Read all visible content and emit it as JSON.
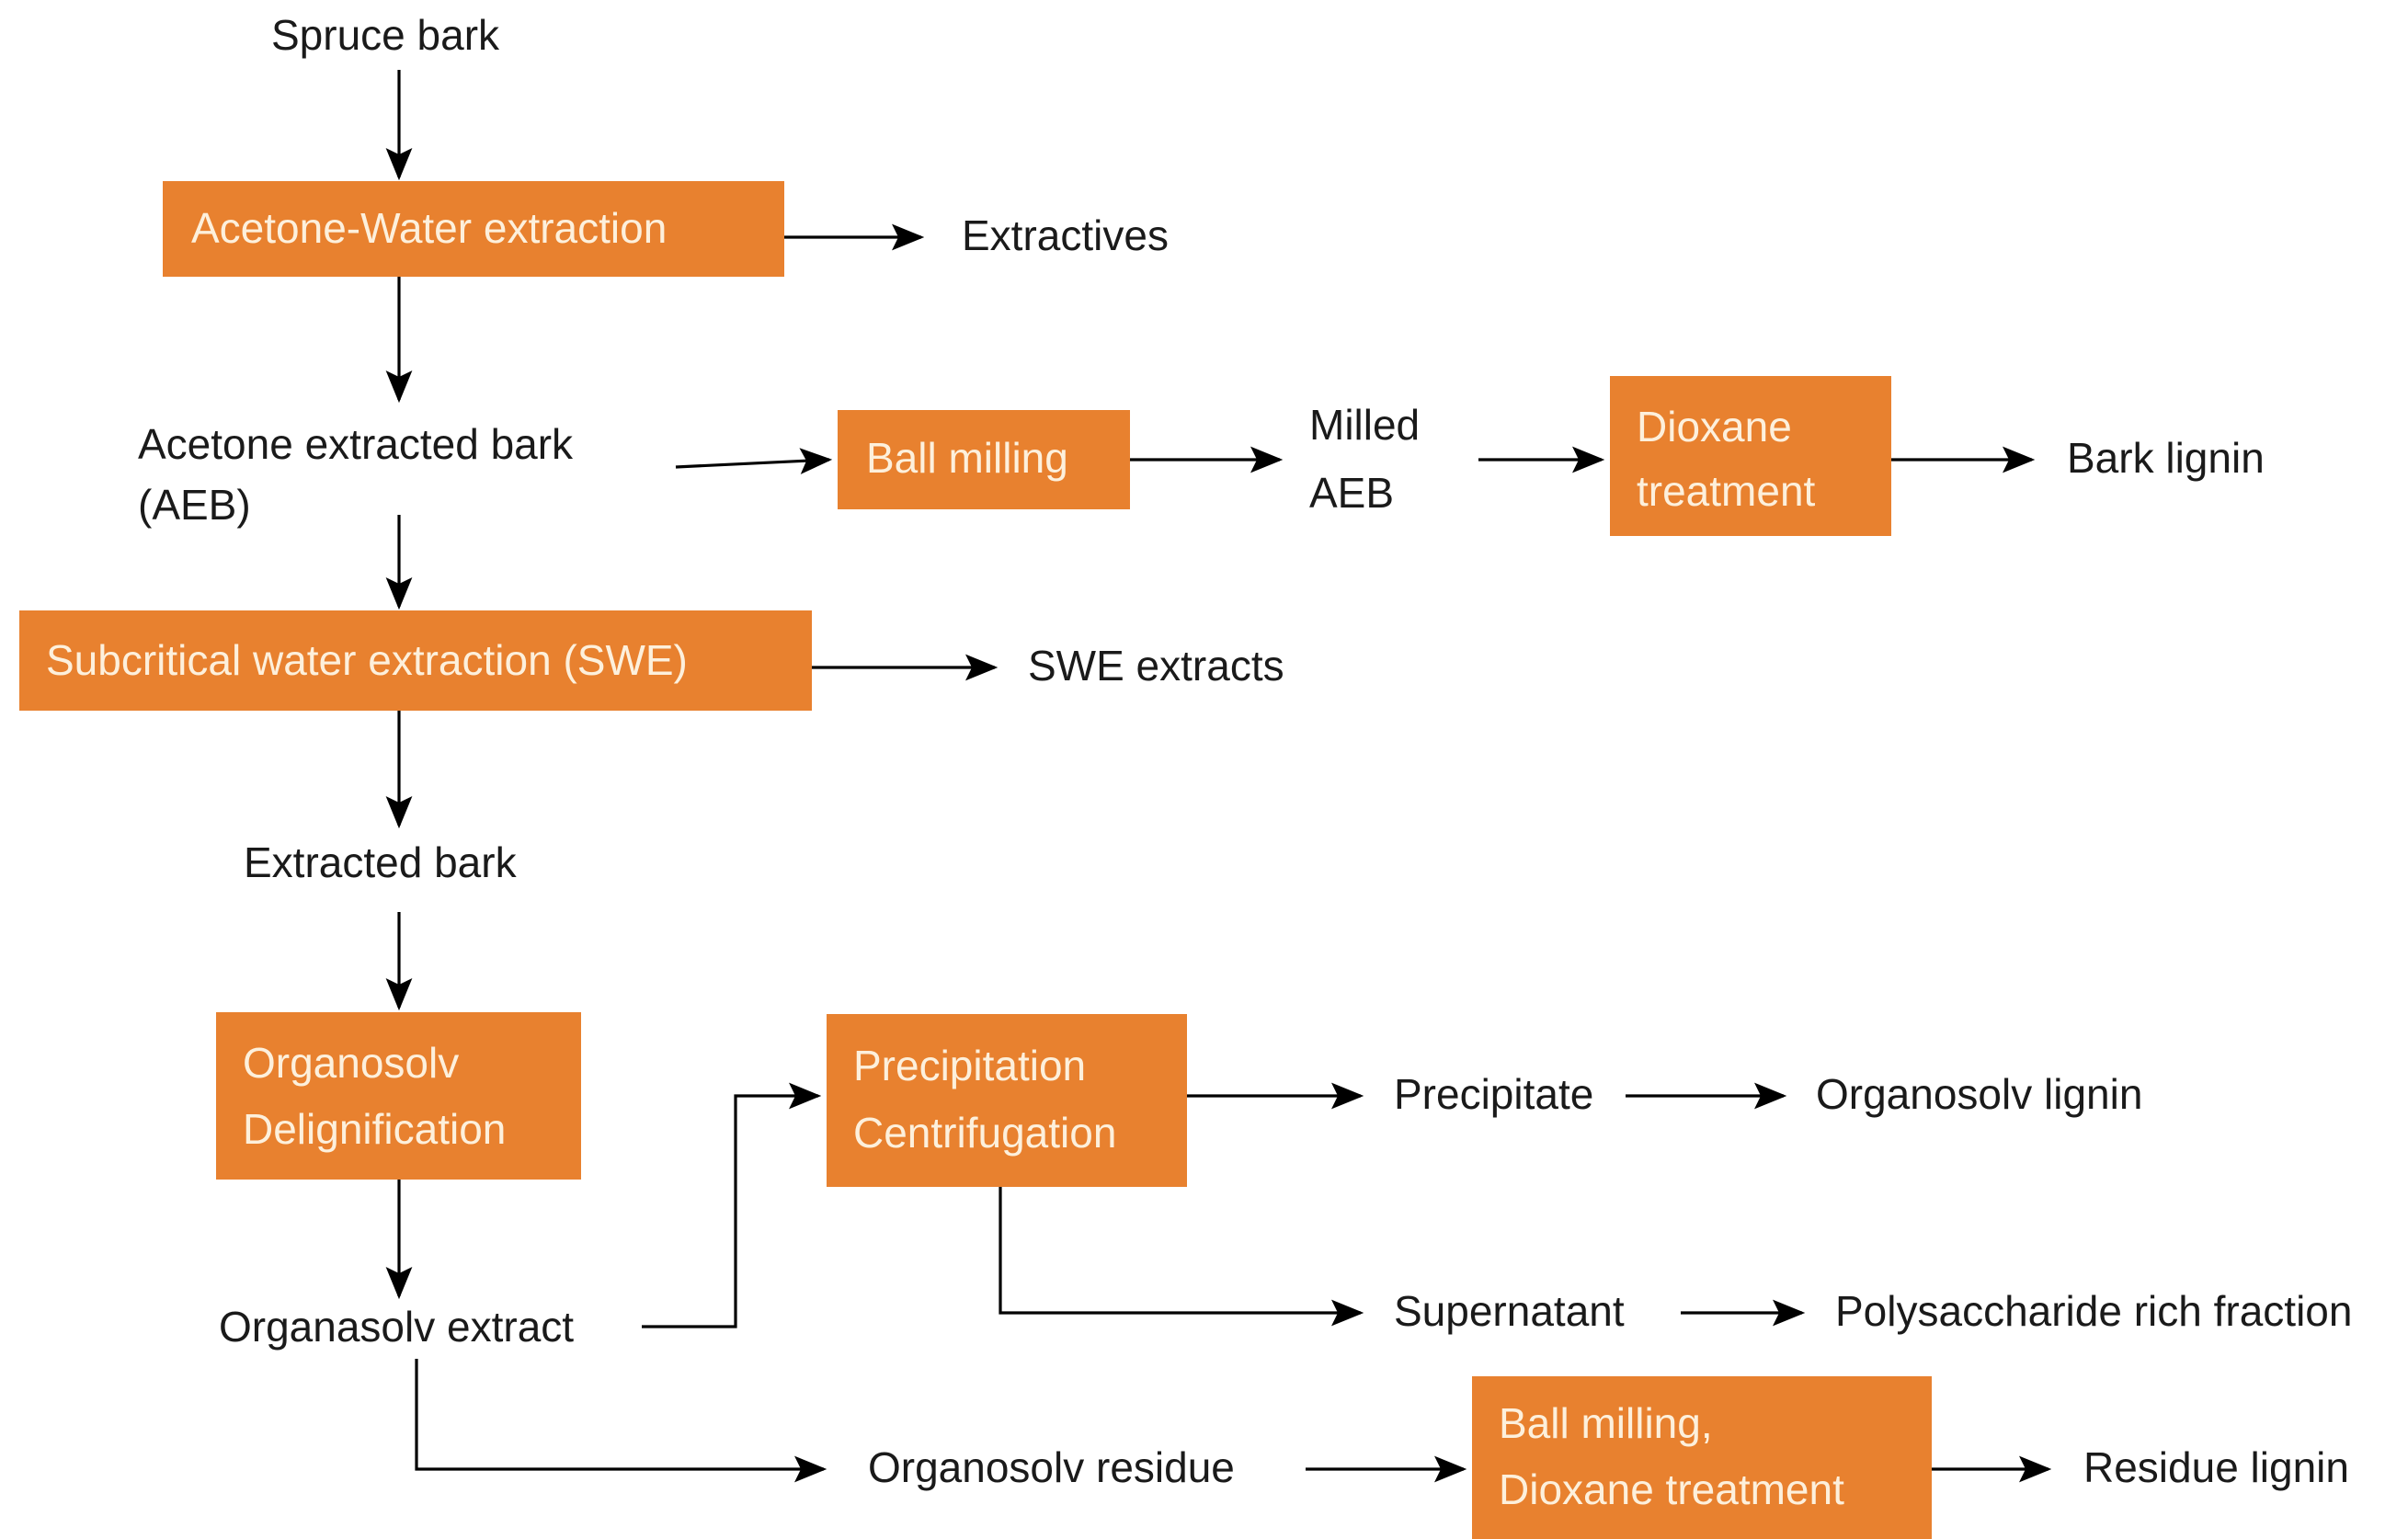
{
  "diagram": {
    "title": "Spruce bark biorefinery fractionation flowchart",
    "colors": {
      "process_fill": "#E8812F",
      "process_text": "#FDF0DC",
      "node_text": "#1a1a1a",
      "arrow": "#000000",
      "background": "#ffffff"
    },
    "process_boxes": {
      "acetone_water_extraction": "Acetone-Water extraction",
      "ball_milling": "Ball milling",
      "dioxane_treatment_line1": "Dioxane",
      "dioxane_treatment_line2": "treatment",
      "subcritical_water_extraction": "Subcritical water extraction (SWE)",
      "organosolv_delignification_line1": "Organosolv",
      "organosolv_delignification_line2": "Delignification",
      "precipitation_centrifugation_line1": "Precipitation",
      "precipitation_centrifugation_line2": "Centrifugation",
      "ball_milling_dioxane_line1": "Ball milling,",
      "ball_milling_dioxane_line2": "Dioxane treatment"
    },
    "material_nodes": {
      "spruce_bark": "Spruce bark",
      "extractives": "Extractives",
      "acetone_extracted_bark_line1": "Acetone extracted bark",
      "acetone_extracted_bark_line2": "(AEB)",
      "milled_aeb_line1": "Milled",
      "milled_aeb_line2": "AEB",
      "bark_lignin": "Bark lignin",
      "swe_extracts": "SWE extracts",
      "extracted_bark": "Extracted bark",
      "organasolv_extract": "Organasolv extract",
      "precipitate": "Precipitate",
      "organosolv_lignin": "Organosolv lignin",
      "supernatant": "Supernatant",
      "polysaccharide_rich_fraction": "Polysaccharide rich fraction",
      "organosolv_residue": "Organosolv residue",
      "residue_lignin": "Residue lignin"
    },
    "flow_edges": [
      {
        "from": "spruce_bark",
        "to": "acetone_water_extraction"
      },
      {
        "from": "acetone_water_extraction",
        "to": "extractives"
      },
      {
        "from": "acetone_water_extraction",
        "to": "acetone_extracted_bark"
      },
      {
        "from": "acetone_extracted_bark",
        "to": "ball_milling"
      },
      {
        "from": "ball_milling",
        "to": "milled_aeb"
      },
      {
        "from": "milled_aeb",
        "to": "dioxane_treatment"
      },
      {
        "from": "dioxane_treatment",
        "to": "bark_lignin"
      },
      {
        "from": "acetone_extracted_bark",
        "to": "subcritical_water_extraction"
      },
      {
        "from": "subcritical_water_extraction",
        "to": "swe_extracts"
      },
      {
        "from": "subcritical_water_extraction",
        "to": "extracted_bark"
      },
      {
        "from": "extracted_bark",
        "to": "organosolv_delignification"
      },
      {
        "from": "organosolv_delignification",
        "to": "organasolv_extract"
      },
      {
        "from": "organasolv_extract",
        "to": "precipitation_centrifugation"
      },
      {
        "from": "precipitation_centrifugation",
        "to": "precipitate"
      },
      {
        "from": "precipitate",
        "to": "organosolv_lignin"
      },
      {
        "from": "precipitation_centrifugation",
        "to": "supernatant"
      },
      {
        "from": "supernatant",
        "to": "polysaccharide_rich_fraction"
      },
      {
        "from": "organasolv_extract",
        "to": "organosolv_residue"
      },
      {
        "from": "organosolv_residue",
        "to": "ball_milling_dioxane"
      },
      {
        "from": "ball_milling_dioxane",
        "to": "residue_lignin"
      }
    ]
  }
}
